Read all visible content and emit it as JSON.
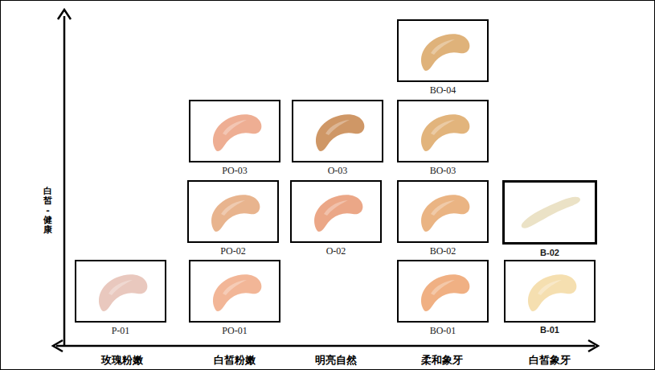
{
  "diagram": {
    "nodes": [
      {
        "text": [
          "BO-04"
        ]
      },
      {
        "text": [
          "PO-03"
        ]
      },
      {
        "text": [
          "O-03"
        ]
      },
      {
        "text": [
          "BO-03"
        ]
      },
      {
        "text": [
          "PO-02"
        ]
      },
      {
        "text": [
          "O-02"
        ]
      },
      {
        "text": [
          "BO-02"
        ]
      },
      {
        "text": [
          "B-02"
        ]
      },
      {
        "text": [
          "P-01"
        ]
      },
      {
        "text": [
          "PO-01"
        ]
      },
      {
        "text": [
          "BO-01"
        ]
      },
      {
        "text": [
          "B-01"
        ]
      }
    ],
    "labels": [
      "白皙 - 健康",
      "玫瑰粉嫩",
      "白皙粉嫩",
      "明亮自然",
      "柔和象牙",
      "白皙象牙"
    ]
  }
}
